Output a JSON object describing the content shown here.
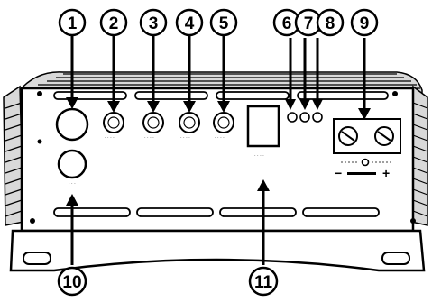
{
  "diagram": {
    "callouts": [
      {
        "id": "1",
        "label": "1"
      },
      {
        "id": "2",
        "label": "2"
      },
      {
        "id": "3",
        "label": "3"
      },
      {
        "id": "4",
        "label": "4"
      },
      {
        "id": "5",
        "label": "5"
      },
      {
        "id": "6",
        "label": "6"
      },
      {
        "id": "7",
        "label": "7"
      },
      {
        "id": "8",
        "label": "8"
      },
      {
        "id": "9",
        "label": "9"
      },
      {
        "id": "10",
        "label": "10"
      },
      {
        "id": "11",
        "label": "11"
      }
    ],
    "power_terminal": {
      "negative_sign": "−",
      "positive_sign": "+"
    },
    "colors": {
      "line": "#000000",
      "background": "#ffffff",
      "heatsink_fill": "#d9d9d9"
    }
  }
}
